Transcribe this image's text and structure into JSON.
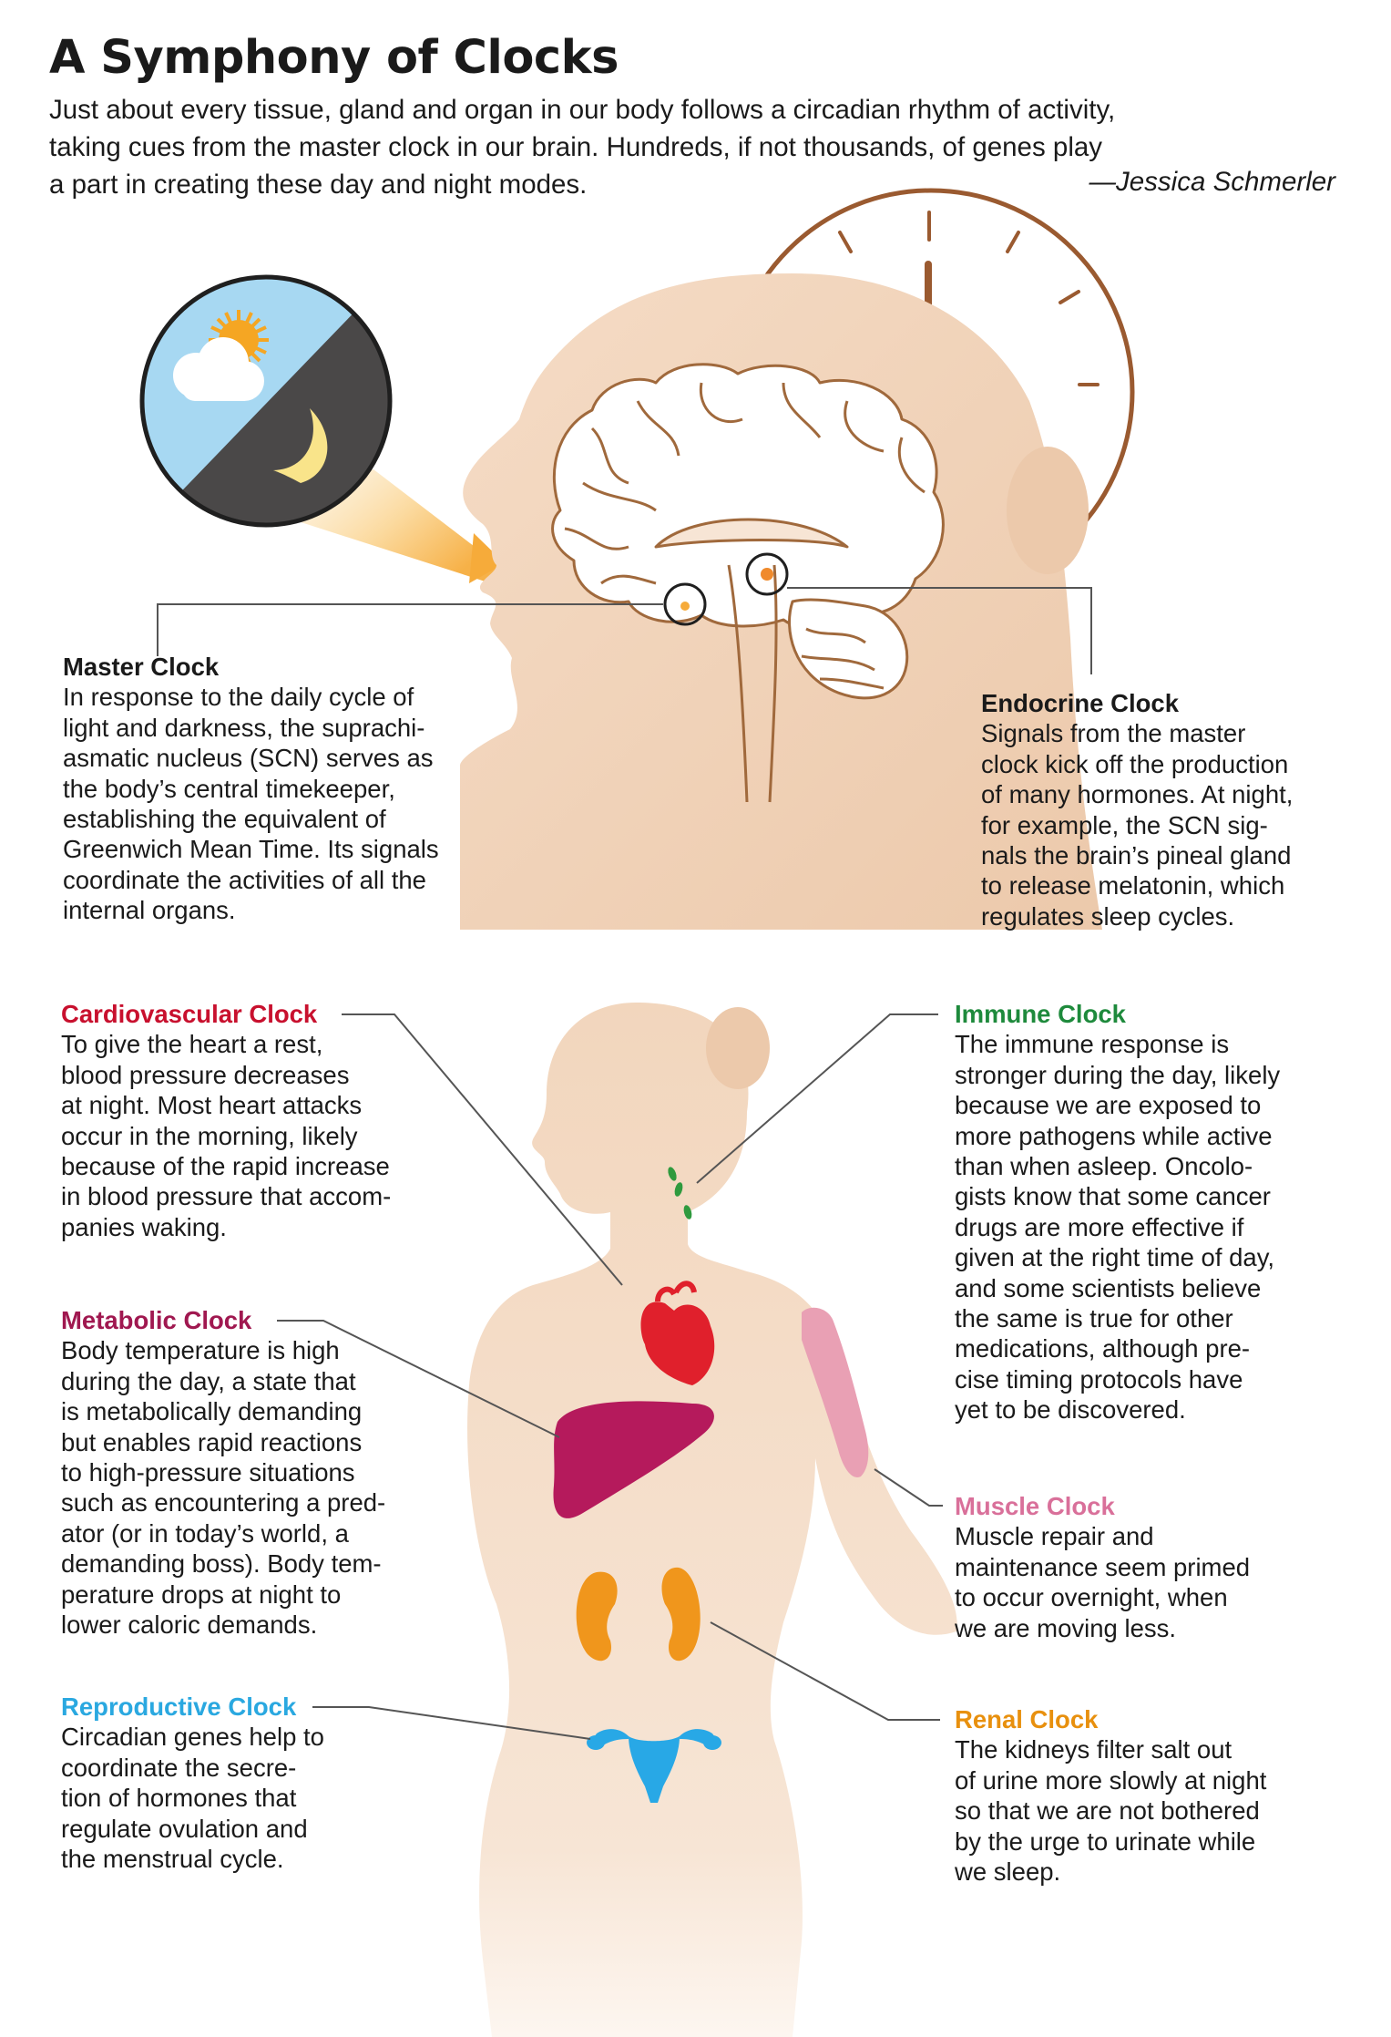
{
  "title": "A Symphony of Clocks",
  "intro_lines": [
    "Just about every tissue, gland and organ in our body follows a circadian rhythm of activity,",
    "taking cues from the master clock in our brain. Hundreds, if not thousands, of genes play",
    "a part in creating these day and night modes."
  ],
  "byline": "—Jessica Schmerler",
  "colors": {
    "skin": "#f4dcc6",
    "skin_dark": "#eccbae",
    "brain_stroke": "#a0693c",
    "clock_brown": "#9a5a30",
    "sky": "#a7d8f2",
    "night": "#4a4848",
    "sun": "#f5a623",
    "moon": "#f9e48a",
    "cardio": "#c8102e",
    "metabolic": "#a01850",
    "reproductive": "#2aa8e0",
    "immune": "#1e8a3c",
    "muscle": "#d9709a",
    "renal": "#e8900e",
    "heart": "#e0202c",
    "liver": "#b51a5c",
    "kidney": "#f0961c",
    "uterus": "#28a8e6",
    "lymph": "#2f9a3e",
    "muscle_fill": "#e9a0b4"
  },
  "icons": {
    "sun": "sun-icon",
    "moon": "moon-icon",
    "cloud": "cloud-icon",
    "clock": "clock-icon",
    "brain": "brain-icon",
    "heart": "heart-icon",
    "liver": "liver-icon",
    "kidney": "kidney-icon",
    "uterus": "uterus-icon",
    "lymph": "lymph-node-icon",
    "muscle": "muscle-icon"
  },
  "master": {
    "heading": "Master Clock",
    "lines": [
      "In response to the daily cycle of",
      "light and darkness, the suprachi-",
      "asmatic nucleus (SCN) serves as",
      "the body’s central timekeeper,",
      "establishing the equivalent of",
      "Greenwich Mean Time. Its signals",
      "coordinate the activities of all the",
      "internal organs."
    ]
  },
  "endocrine": {
    "heading": "Endocrine Clock",
    "lines": [
      "Signals from the master",
      "clock kick off the production",
      "of many hormones. At night,",
      "for example, the SCN sig-",
      "nals the brain’s pineal gland",
      "to release melatonin, which",
      "regulates sleep cycles."
    ]
  },
  "cardio": {
    "heading": "Cardiovascular Clock",
    "lines": [
      "To give the heart a rest,",
      "blood pressure decreases",
      "at night. Most heart attacks",
      "occur in the morning, likely",
      "because of the rapid increase",
      "in blood pressure that accom-",
      "panies waking."
    ]
  },
  "metabolic": {
    "heading": "Metabolic Clock",
    "lines": [
      "Body temperature is high",
      "during the day, a state that",
      "is metabolically demanding",
      "but enables rapid reactions",
      "to high-pressure situations",
      "such as encountering a pred-",
      "ator (or in today’s world, a",
      "demanding boss). Body tem-",
      "perature drops at night to",
      "lower caloric demands."
    ]
  },
  "reproductive": {
    "heading": "Reproductive Clock",
    "lines": [
      "Circadian genes help to",
      "coordinate the secre-",
      "tion of hormones that",
      "regulate ovulation and",
      "the menstrual cycle."
    ]
  },
  "immune": {
    "heading": "Immune Clock",
    "lines": [
      "The immune response is",
      "stronger during the day, likely",
      "because we are exposed to",
      "more pathogens while active",
      "than when asleep. Oncolo-",
      "gists know that some cancer",
      "drugs are more effective if",
      "given at the right time of day,",
      "and some scientists believe",
      "the same is true for other",
      "medications, although pre-",
      "cise timing protocols have",
      "yet to be discovered."
    ]
  },
  "muscle": {
    "heading": "Muscle Clock",
    "lines": [
      "Muscle repair and",
      "maintenance seem primed",
      "to occur overnight, when",
      "we are moving less."
    ]
  },
  "renal": {
    "heading": "Renal Clock",
    "lines": [
      "The kidneys filter salt out",
      "of urine more slowly at night",
      "so that we are not bothered",
      "by the urge to urinate while",
      "we sleep."
    ]
  }
}
